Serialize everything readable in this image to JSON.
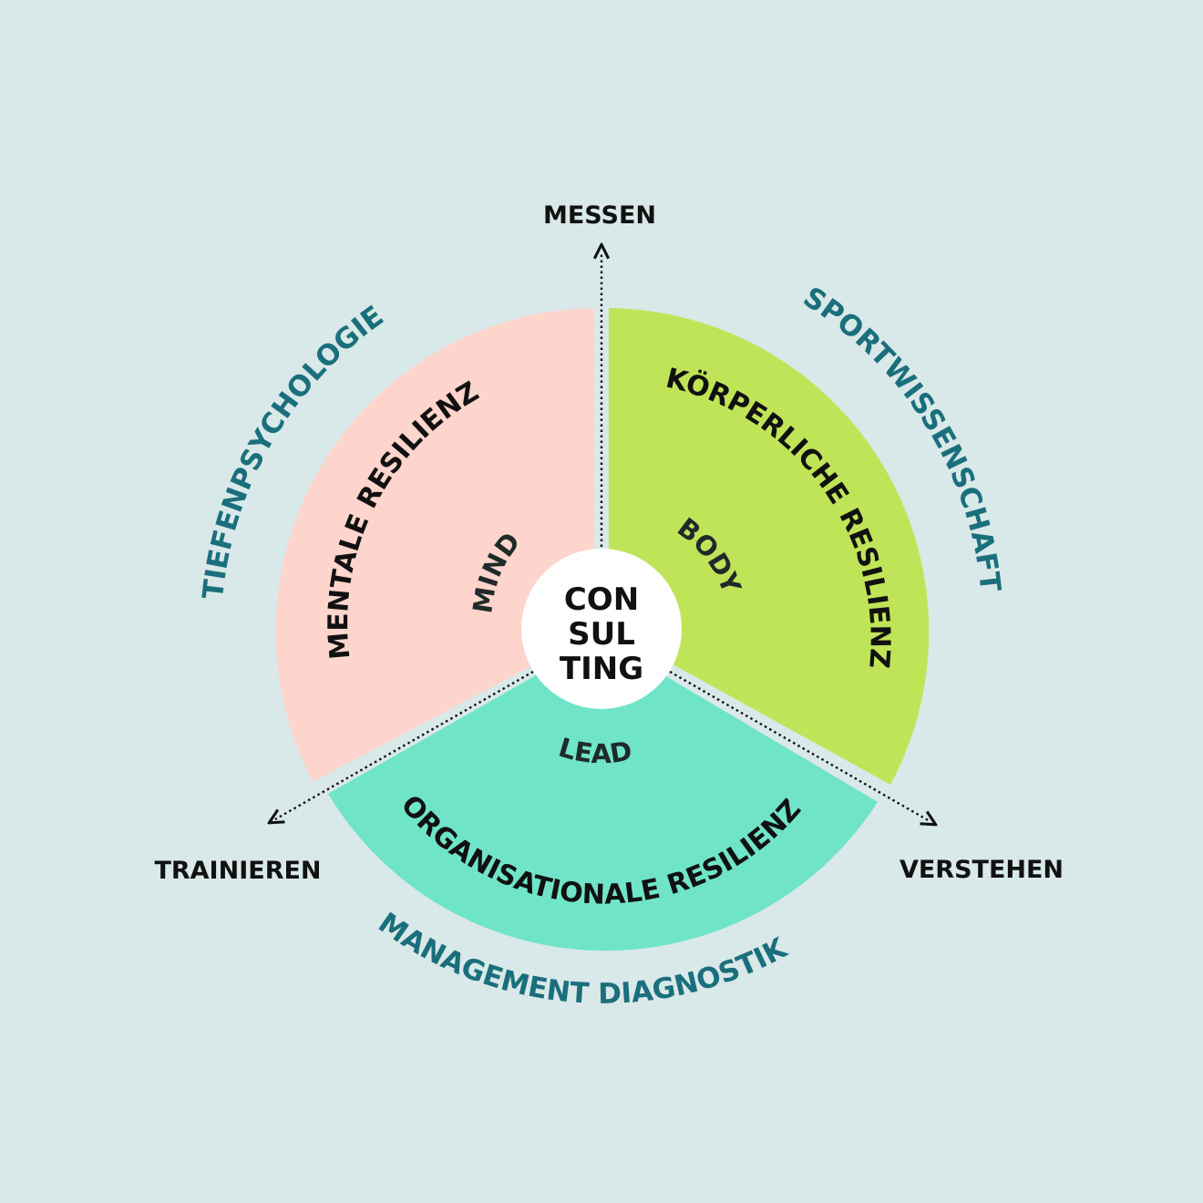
{
  "colors": {
    "background": "#d9e8e8",
    "mind": "#fdd5cc",
    "body": "#c0e458",
    "lead": "#70e4c8",
    "teal_text": "#1a6f7c",
    "dark_text": "#111111",
    "center": "#ffffff"
  },
  "center": {
    "line1": "CON",
    "line2": "SUL",
    "line3": "TING"
  },
  "segments": {
    "mind": {
      "short": "MIND",
      "long": "MENTALE RESILIENZ",
      "discipline": "TIEFENPSYCHOLOGIE"
    },
    "body": {
      "short": "BODY",
      "long": "KÖRPERLICHE RESILIENZ",
      "discipline": "SPORTWISSENSCHAFT"
    },
    "lead": {
      "short": "LEAD",
      "long": "ORGANISATIONALE RESILIENZ",
      "discipline": "MANAGEMENT DIAGNOSTIK"
    }
  },
  "axes": {
    "top": "MESSEN",
    "left": "TRAINIEREN",
    "right": "VERSTEHEN"
  }
}
